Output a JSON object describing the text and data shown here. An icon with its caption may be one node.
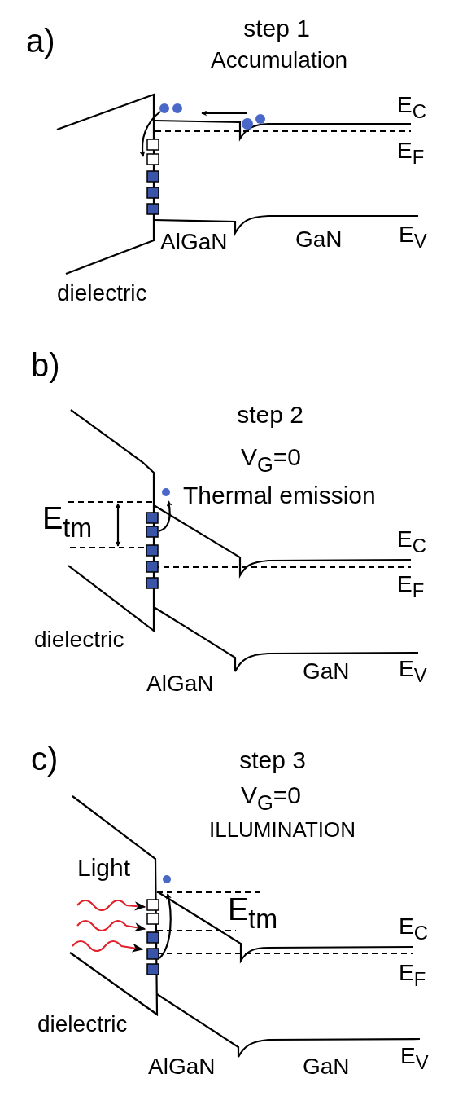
{
  "diagram": {
    "labels": [
      "a)",
      "step 1",
      "Accumulation",
      "E$_{C}$",
      "E$_{F}$",
      "AlGaN",
      "GaN",
      "E$_{V}$",
      "dielectric",
      "b)",
      "step 2",
      "V$_{G}$=0",
      "Thermal emission",
      "E$_{tm}$",
      "E$_{C}$",
      "E$_{F}$",
      "dielectric",
      "AlGaN",
      "GaN",
      "E$_{V}$",
      "c)",
      "step 3",
      "V$_{G}$=0",
      "ILLUMINATION",
      "Light",
      "E$_{tm}$",
      "E$_{C}$",
      "E$_{F}$",
      "dielectric",
      "AlGaN",
      "GaN",
      "E$_{V}$"
    ]
  }
}
